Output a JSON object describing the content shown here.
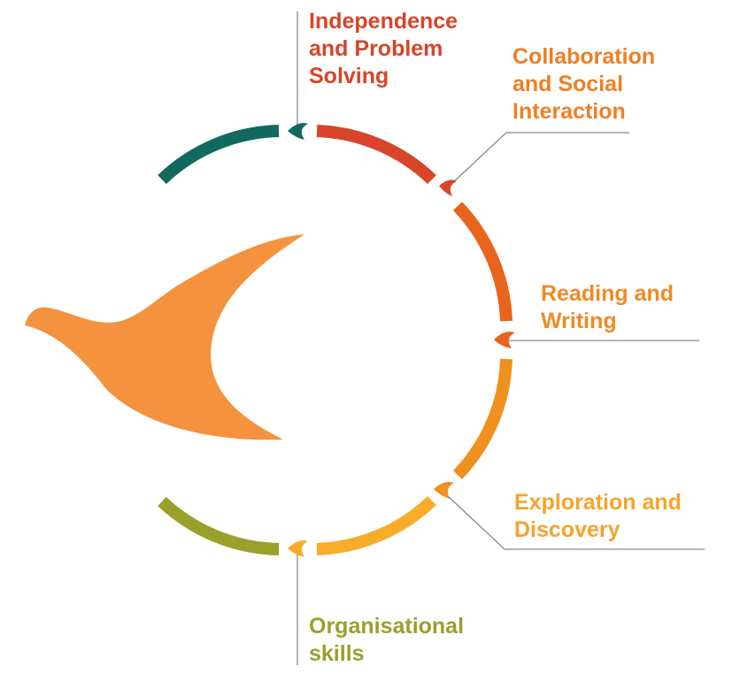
{
  "labels": {
    "independence": {
      "line1": "Independence",
      "line2": "and Problem",
      "line3": "Solving",
      "color": "#d7452a"
    },
    "collaboration": {
      "line1": "Collaboration",
      "line2": "and Social",
      "line3": "Interaction",
      "color": "#ef7f23"
    },
    "reading": {
      "line1": "Reading and",
      "line2": "Writing",
      "color": "#f08a24"
    },
    "exploration": {
      "line1": "Exploration and",
      "line2": "Discovery",
      "color": "#f6a32b"
    },
    "organisational": {
      "line1": "Organisational",
      "line2": "skills",
      "color": "#9aa02c"
    }
  },
  "colors": {
    "teal": "#11695f",
    "red": "#d7452a",
    "orange_dark": "#e8641d",
    "orange": "#f0901f",
    "amber": "#f7ac2a",
    "olive": "#9aa02c",
    "bird": "#f4923d",
    "line": "#8a8a8a"
  },
  "icons": [
    "bird-logo",
    "leaf-marker"
  ]
}
